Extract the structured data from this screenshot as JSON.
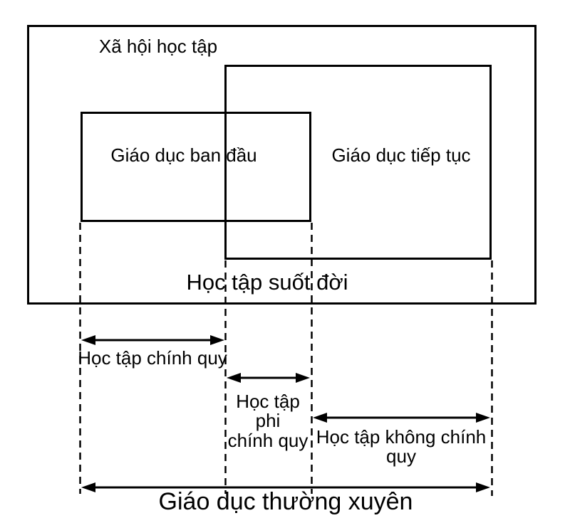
{
  "diagram": {
    "title": "Xã hội học tập",
    "boxes": {
      "initial_education": "Giáo dục ban đầu",
      "continuing_education": "Giáo dục tiếp tục"
    },
    "annotations": {
      "lifelong_learning": "Học tập suốt đời",
      "formal_learning": "Học tập chính quy",
      "nonformal_learning": {
        "line1": "Học tập",
        "line2": "phi",
        "line3": "chính quy"
      },
      "informal_learning": {
        "line1": "Học tập không chính",
        "line2": "quy"
      },
      "regular_education": "Giáo dục thường xuyên"
    },
    "colors": {
      "line": "#000000",
      "background": "#ffffff",
      "text": "#000000"
    }
  }
}
